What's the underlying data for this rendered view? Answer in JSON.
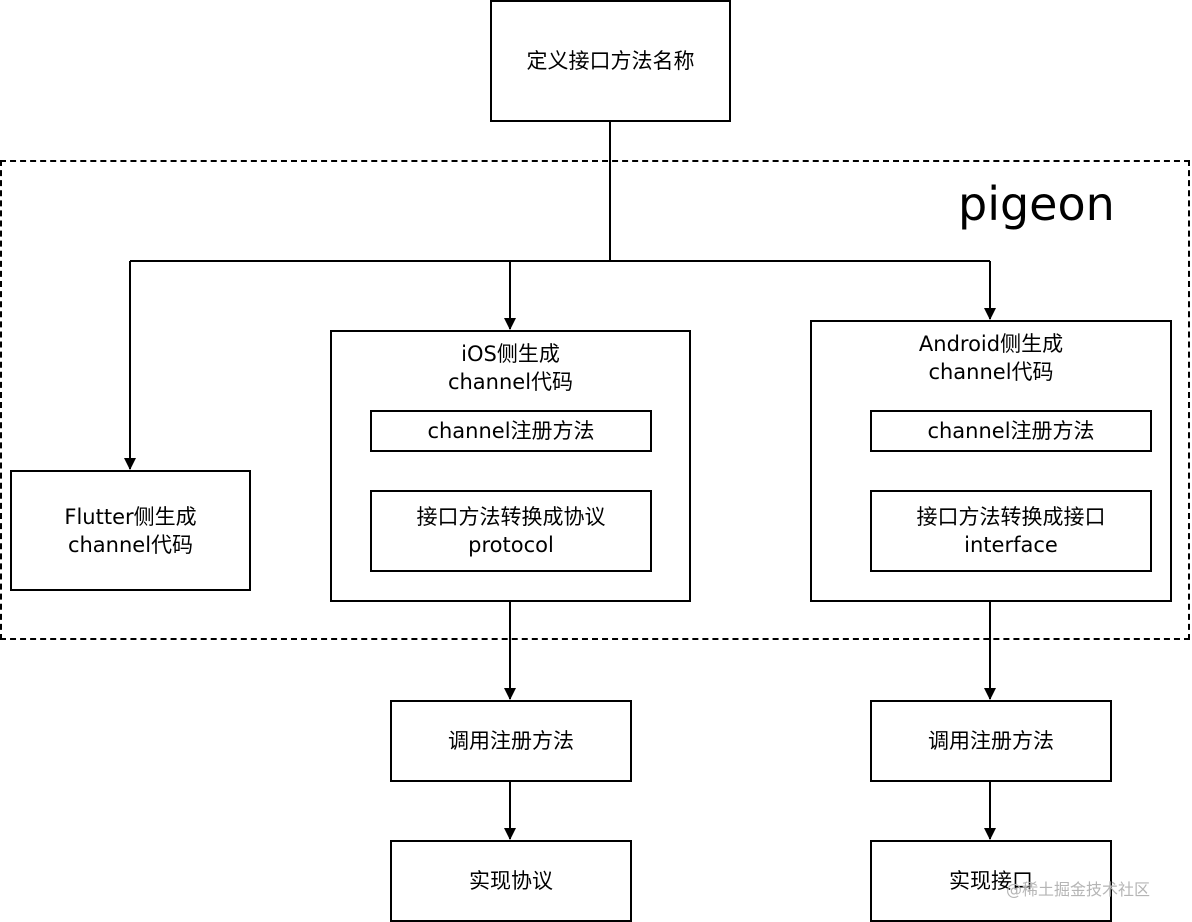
{
  "top_box": {
    "label": "定义接口方法名称"
  },
  "group": {
    "label": "pigeon"
  },
  "flutter_box": {
    "line1": "Flutter侧生成",
    "line2": "channel代码"
  },
  "ios": {
    "title_line1": "iOS侧生成",
    "title_line2": "channel代码",
    "register_method": "channel注册方法",
    "convert_line1": "接口方法转换成协议",
    "convert_line2": "protocol",
    "call_register": "调用注册方法",
    "implement": "实现协议"
  },
  "android": {
    "title_line1": "Android侧生成",
    "title_line2": "channel代码",
    "register_method": "channel注册方法",
    "convert_line1": "接口方法转换成接口",
    "convert_line2": "interface",
    "call_register": "调用注册方法",
    "implement": "实现接口"
  },
  "watermark": "@稀土掘金技术社区"
}
